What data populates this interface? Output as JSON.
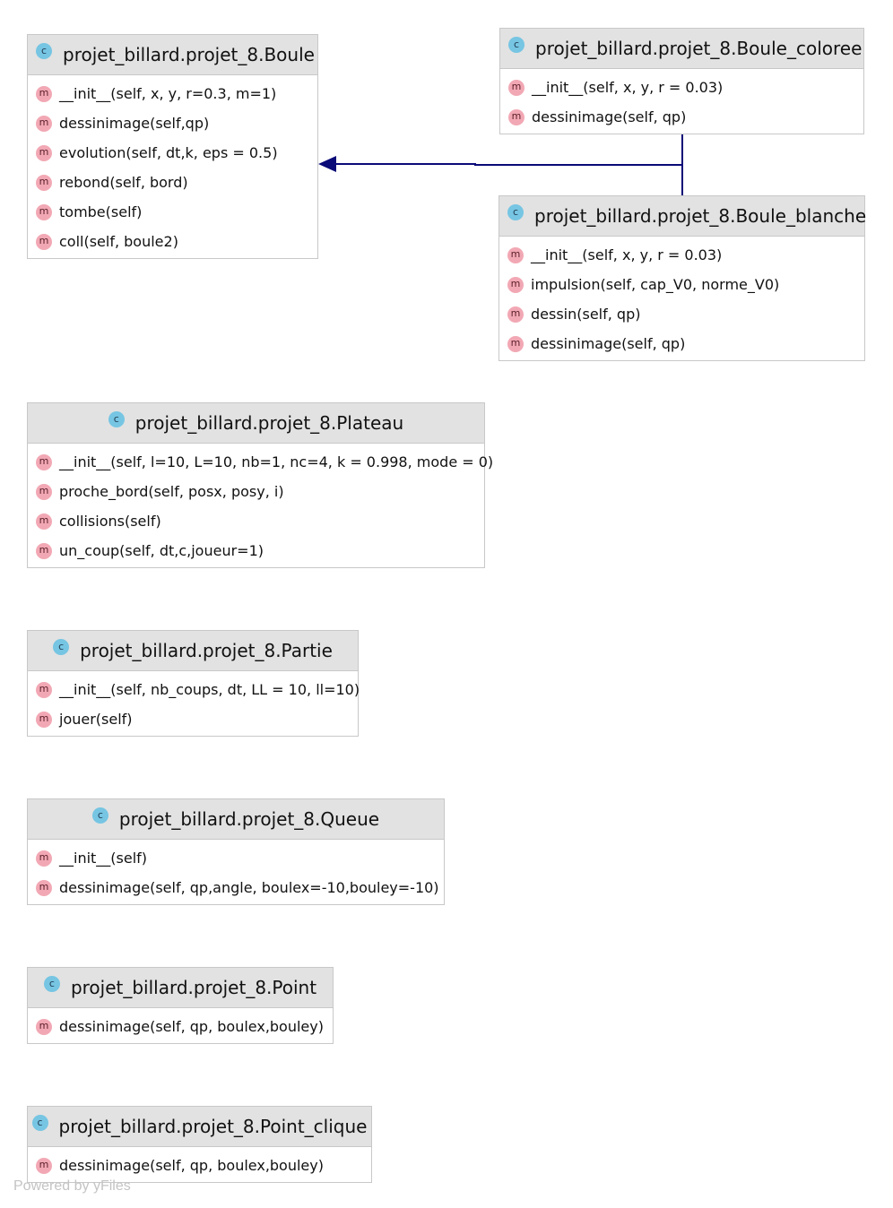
{
  "classes": {
    "boule": {
      "name": "projet_billard.projet_8.Boule",
      "methods": [
        "__init__(self, x, y, r=0.3, m=1)",
        "dessinimage(self,qp)",
        "evolution(self, dt,k, eps = 0.5)",
        "rebond(self, bord)",
        "tombe(self)",
        "coll(self, boule2)"
      ]
    },
    "boule_coloree": {
      "name": "projet_billard.projet_8.Boule_coloree",
      "methods": [
        "__init__(self, x, y, r = 0.03)",
        "dessinimage(self, qp)"
      ]
    },
    "boule_blanche": {
      "name": "projet_billard.projet_8.Boule_blanche",
      "methods": [
        "__init__(self, x, y, r = 0.03)",
        "impulsion(self, cap_V0, norme_V0)",
        "dessin(self, qp)",
        "dessinimage(self, qp)"
      ]
    },
    "plateau": {
      "name": "projet_billard.projet_8.Plateau",
      "methods": [
        "__init__(self, l=10, L=10, nb=1, nc=4, k = 0.998, mode = 0)",
        "proche_bord(self, posx, posy, i)",
        "collisions(self)",
        "un_coup(self, dt,c,joueur=1)"
      ]
    },
    "partie": {
      "name": "projet_billard.projet_8.Partie",
      "methods": [
        "__init__(self, nb_coups, dt, LL = 10, ll=10)",
        "jouer(self)"
      ]
    },
    "queue": {
      "name": "projet_billard.projet_8.Queue",
      "methods": [
        "__init__(self)",
        "dessinimage(self, qp,angle, boulex=-10,bouley=-10)"
      ]
    },
    "point": {
      "name": "projet_billard.projet_8.Point",
      "methods": [
        "dessinimage(self, qp, boulex,bouley)"
      ]
    },
    "point_clique": {
      "name": "projet_billard.projet_8.Point_clique",
      "methods": [
        "dessinimage(self, qp, boulex,bouley)"
      ]
    }
  },
  "icons": {
    "class_letter": "c",
    "method_letter": "m",
    "class_icon_color": "#76c5e3",
    "method_icon_color": "#f2a8b4"
  },
  "edges": [
    {
      "from": "boule_coloree",
      "to": "boule",
      "type": "inheritance"
    },
    {
      "from": "boule_blanche",
      "to": "boule",
      "type": "inheritance"
    }
  ],
  "colors": {
    "edge": "#0a0a78",
    "header": "#e2e2e2",
    "border": "#c8c8c8"
  },
  "watermark": "Powered by yFiles"
}
